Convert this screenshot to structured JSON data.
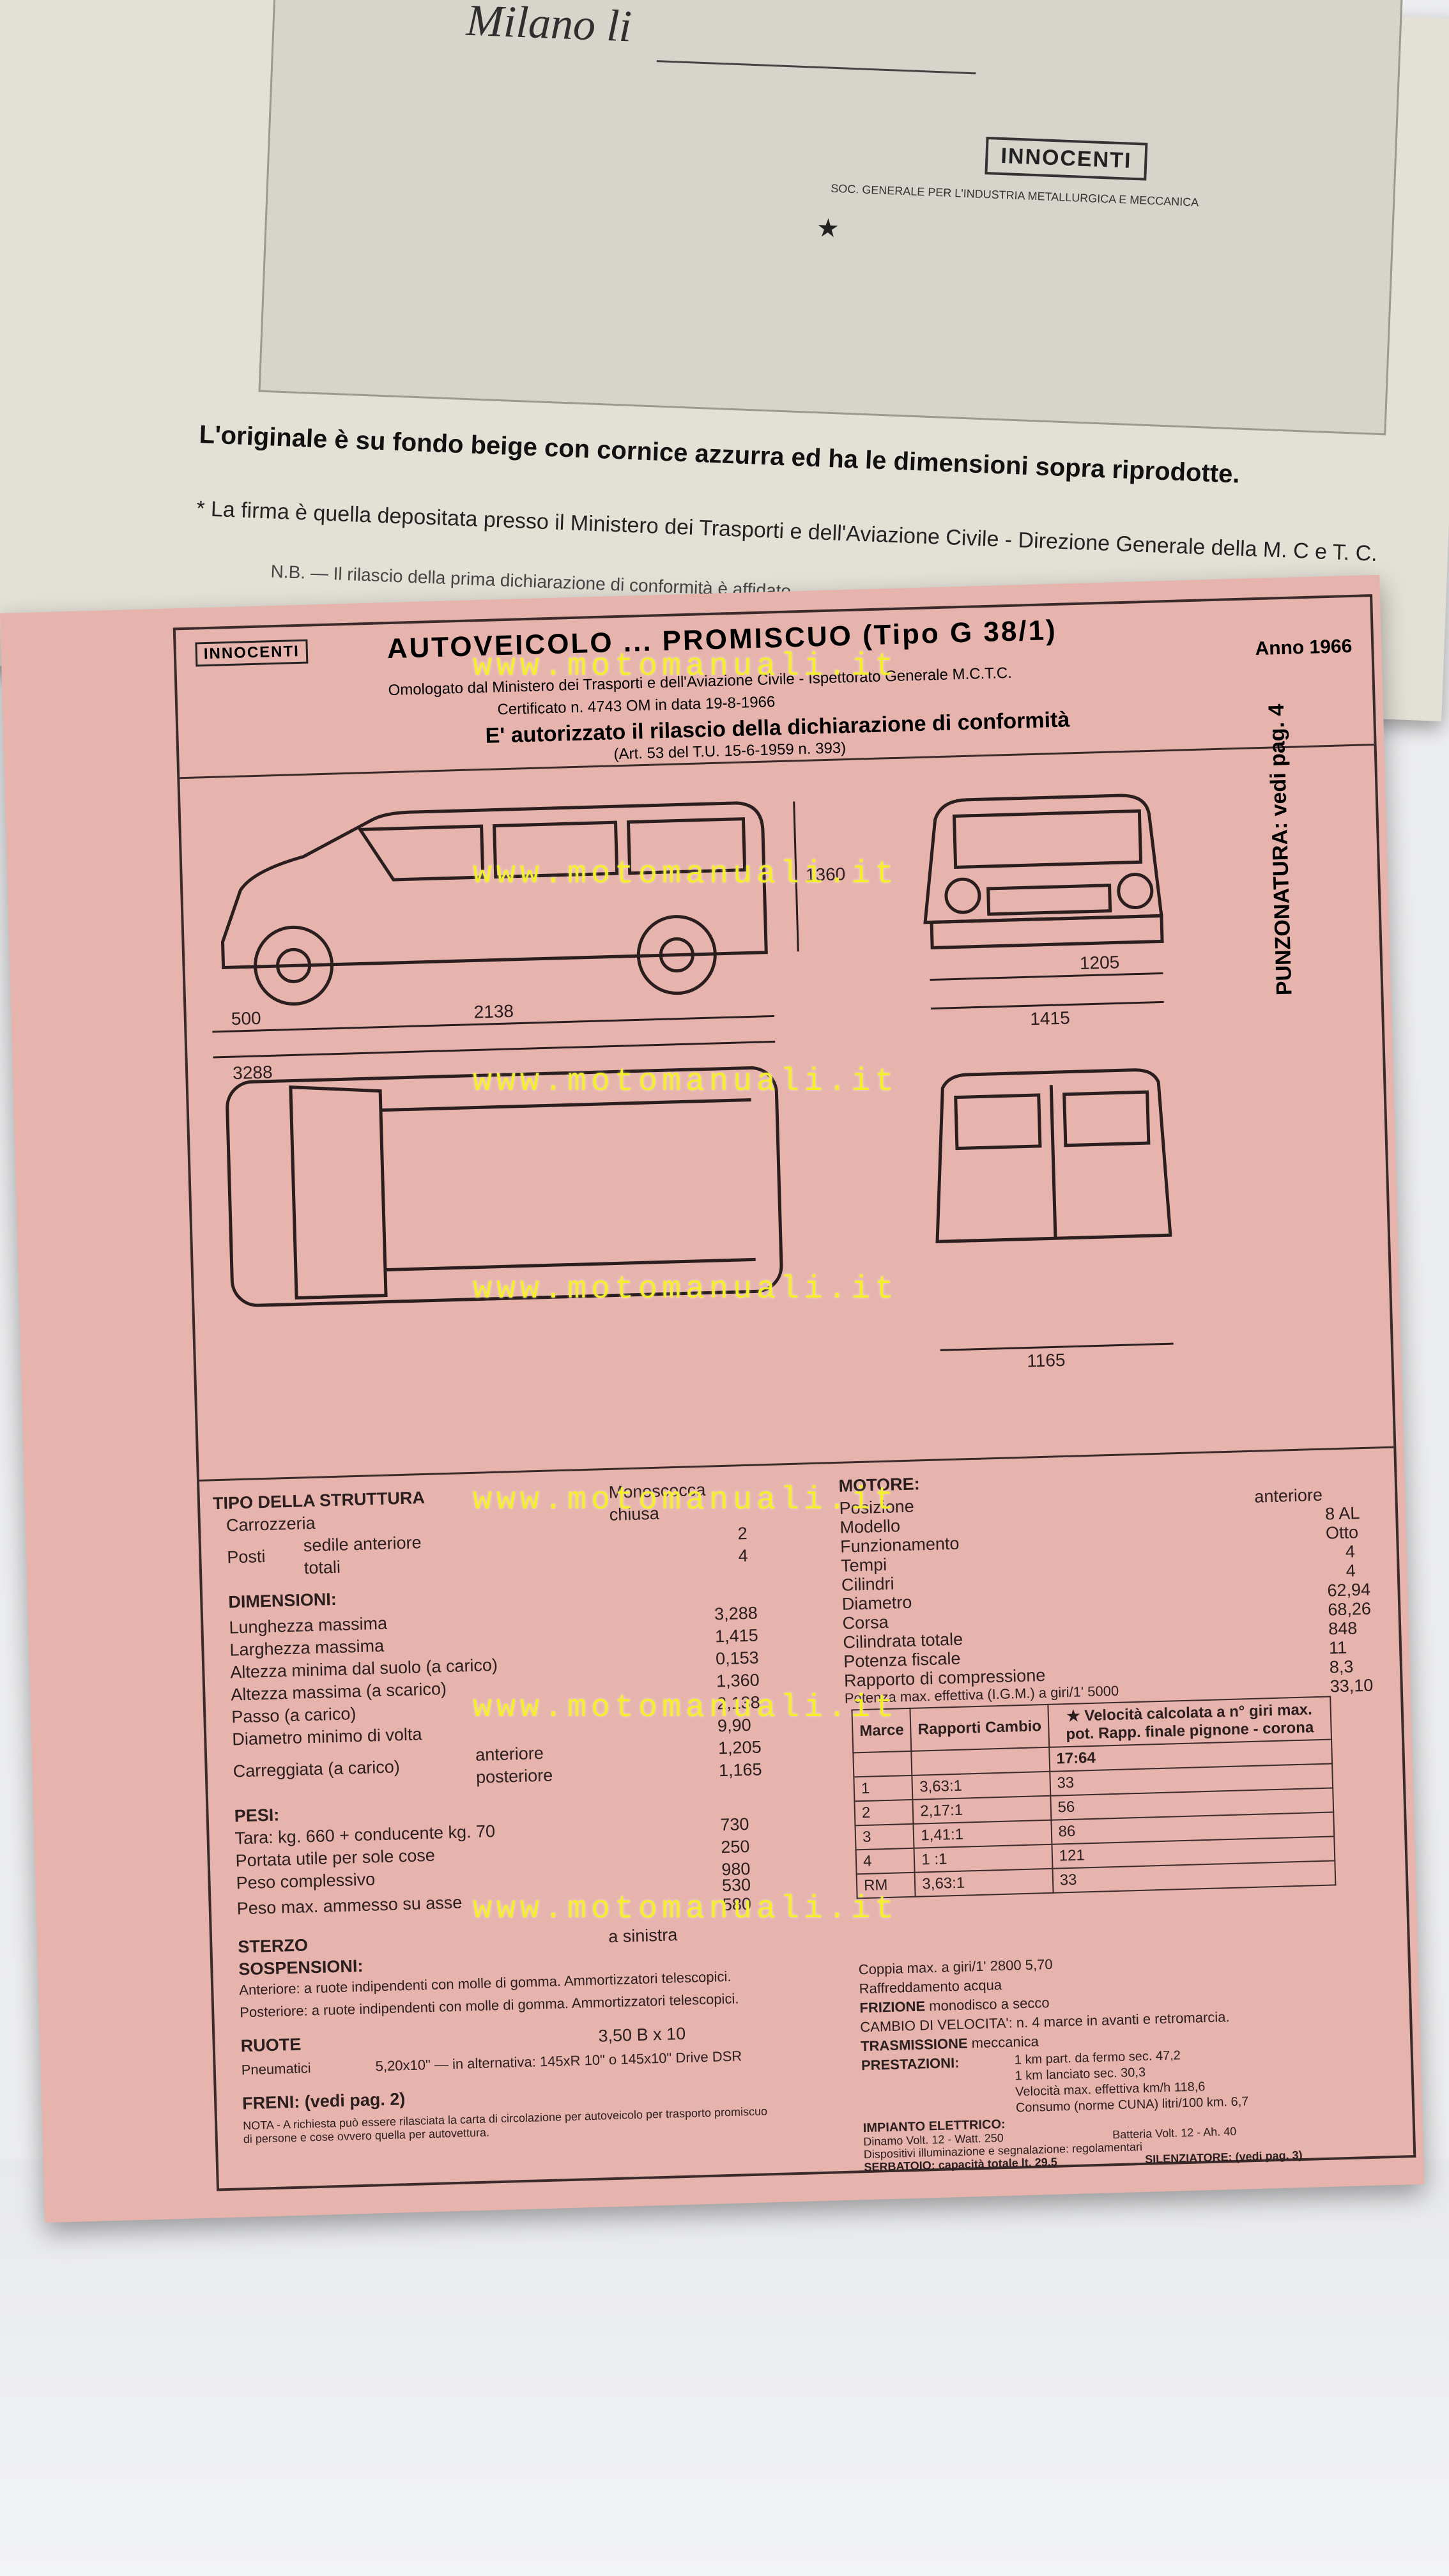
{
  "back_page": {
    "milano": "Milano li",
    "stamp": "INNOCENTI",
    "stamp_sub": "SOC. GENERALE PER L'INDUSTRIA METALLURGICA E MECCANICA",
    "star": "★",
    "original_note": "L'originale è su fondo beige con cornice azzurra ed ha le dimensioni sopra riprodotte.",
    "firma_note": "* La firma è quella depositata presso il Ministero dei Trasporti e dell'Aviazione Civile - Direzione Generale della M. C e T. C.",
    "nb": "N.B. — Il rilascio della prima dichiarazione di conformità è affidato ..."
  },
  "header": {
    "logo": "INNOCENTI",
    "title": "AUTOVEICOLO ... PROMISCUO",
    "tipo": "(Tipo G 38/1)",
    "anno": "Anno 1966",
    "omologato": "Omologato dal Ministero dei Trasporti e dell'Aviazione Civile - Ispettorato Generale M.C.T.C.",
    "certificato": "Certificato n. 4743 OM in data 19-8-1966",
    "autorizzato": "E' autorizzato il rilascio della dichiarazione di conformità",
    "articolo": "(Art. 53 del T.U. 15-6-1959 n. 393)"
  },
  "dimensions_labels": {
    "overhang": "500",
    "wheelbase": "2138",
    "length": "3288",
    "height": "1360",
    "track_front": "1205",
    "width": "1415",
    "track_rear": "1165"
  },
  "punzonatura": "PUNZONATURA: vedi pag. 4",
  "specs": {
    "tipo_struttura_label": "TIPO DELLA STRUTTURA",
    "tipo_struttura_value": "Monoscocca",
    "carrozzeria_label": "Carrozzeria",
    "carrozzeria_value": "chiusa",
    "posti_label": "Posti",
    "sedile_label": "sedile anteriore",
    "sedile_value": "2",
    "totali_label": "totali",
    "totali_value": "4",
    "dimensioni_title": "DIMENSIONI:",
    "lunghezza_label": "Lunghezza massima",
    "lunghezza_value": "3,288",
    "larghezza_label": "Larghezza massima",
    "larghezza_value": "1,415",
    "altezza_min_label": "Altezza minima dal suolo (a carico)",
    "altezza_min_value": "0,153",
    "altezza_max_label": "Altezza massima (a scarico)",
    "altezza_max_value": "1,360",
    "passo_label": "Passo (a carico)",
    "passo_value": "2,138",
    "diametro_label": "Diametro minimo di volta",
    "diametro_value": "9,90",
    "carreggiata_label": "Carreggiata (a carico)",
    "carr_ant_label": "anteriore",
    "carr_ant_value": "1,205",
    "carr_post_label": "posteriore",
    "carr_post_value": "1,165",
    "pesi_title": "PESI:",
    "tara_label": "Tara: kg. 660 + conducente kg. 70",
    "tara_value": "730",
    "portata_label": "Portata utile per sole cose",
    "portata_value": "250",
    "peso_compl_label": "Peso complessivo",
    "peso_compl_value": "980",
    "peso_max_label": "Peso max. ammesso su asse",
    "peso_ant_value": "530",
    "peso_post_value": "580",
    "sterzo_label": "STERZO",
    "sterzo_value": "a sinistra",
    "sospensioni_title": "SOSPENSIONI:",
    "anteriore_susp": "Anteriore: a ruote indipendenti con molle di gomma. Ammortizzatori telescopici.",
    "posteriore_susp": "Posteriore: a ruote indipendenti con molle di gomma. Ammortizzatori telescopici.",
    "ruote_label": "RUOTE",
    "ruote_value": "3,50 B x 10",
    "pneumatici_label": "Pneumatici",
    "pneumatici_value": "5,20x10\" — in alternativa: 145xR 10\" o 145x10\" Drive DSR",
    "freni_label": "FRENI: (vedi pag. 2)",
    "motore_title": "MOTORE:",
    "posizione_label": "Posizione",
    "posizione_value": "anteriore",
    "modello_label": "Modello",
    "modello_value": "8 AL",
    "funzionamento_label": "Funzionamento",
    "funzionamento_value": "Otto",
    "tempi_label": "Tempi",
    "tempi_value": "4",
    "cilindri_label": "Cilindri",
    "cilindri_value": "4",
    "diametro_m_label": "Diametro",
    "diametro_m_value": "62,94",
    "corsa_label": "Corsa",
    "corsa_value": "68,26",
    "cilindrata_label": "Cilindrata totale",
    "cilindrata_value": "848",
    "potenza_label": "Potenza fiscale",
    "potenza_value": "11",
    "rapporto_label": "Rapporto di compressione",
    "rapporto_value": "8,3",
    "pot_eff_label": "Potenza max. effettiva (I.G.M.) a giri/1' 5000",
    "pot_eff_value": "33,10",
    "coppia_label": "Coppia max. a giri/1' 2800",
    "coppia_value": "5,70",
    "raffreddamento_label": "Raffreddamento",
    "raffreddamento_value": "acqua",
    "frizione_label": "FRIZIONE",
    "frizione_value": "monodisco a secco",
    "cambio_label": "CAMBIO DI VELOCITA': n. 4 marce in avanti e retromarcia.",
    "trasmissione_label": "TRASMISSIONE",
    "trasmissione_value": "meccanica",
    "prestazioni_label": "PRESTAZIONI:",
    "km_fermo": "1 km part. da fermo sec. 47,2",
    "km_lanciato": "1 km lanciato sec. 30,3",
    "velocita": "Velocità max. effettiva km/h 118,6",
    "consumo": "Consumo (norme CUNA) litri/100 km. 6,7",
    "impianto_label": "IMPIANTO ELETTRICO:",
    "dinamo": "Dinamo Volt. 12 - Watt. 250",
    "batteria": "Batteria Volt. 12 - Ah. 40",
    "dispositivi": "Dispositivi illuminazione e segnalazione: regolamentari",
    "serbatoio": "SERBATOIO: capacità totale lt. 29,5",
    "silenziatore": "SILENZIATORE: (vedi pag. 3)",
    "nota": "NOTA - A richiesta può essere rilasciata la carta di circolazione per autoveicolo per trasporto promiscuo di persone e cose ovvero quella per autovettura."
  },
  "gear_table": {
    "headers": [
      "Marce",
      "Rapporti Cambio",
      "★ Velocità calcolata a n° giri max. pot. Rapp. finale pignone - corona"
    ],
    "sub": "17:64",
    "rows": [
      [
        "1",
        "3,63:1",
        "33"
      ],
      [
        "2",
        "2,17:1",
        "56"
      ],
      [
        "3",
        "1,41:1",
        "86"
      ],
      [
        "4",
        "1 :1",
        "121"
      ],
      [
        "RM",
        "3,63:1",
        "33"
      ]
    ]
  },
  "watermark": "www.motomanuali.it"
}
